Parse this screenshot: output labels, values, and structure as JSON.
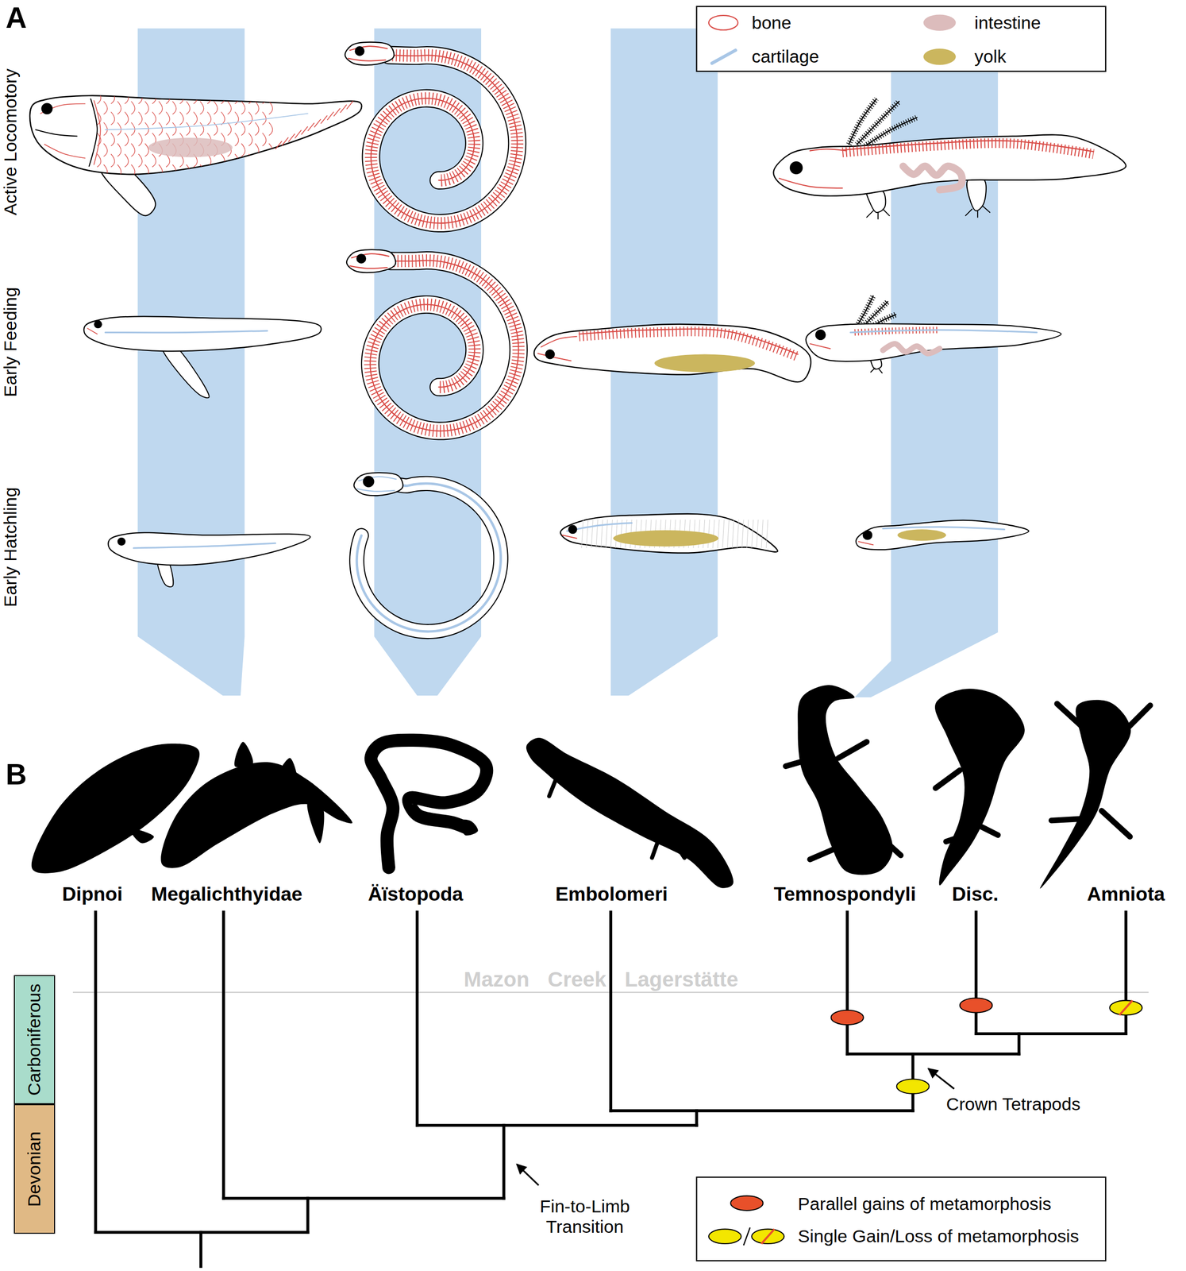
{
  "diagram": {
    "nodes": [
      {
        "text": [
          "Carboniferous"
        ]
      },
      {
        "text": [
          "Devonian"
        ]
      }
    ],
    "labels": [
      "A",
      "Active Locomotory",
      "Early Feeding",
      "Early Hatchling",
      "B",
      "Dipnoi",
      "Megalichthyidae",
      "Äïstopoda",
      "Embolomeri",
      "Temnospondyli",
      "Disc.",
      "Amniota",
      "Mazon Creek Lagerstätte",
      "Crown Tetrapods",
      "Fin-to-Limb Transition"
    ],
    "legend": [
      {
        "text": "bone"
      },
      {
        "text": "cartilage"
      },
      {
        "text": "intestine",
        "color": "#dcbcbc"
      },
      {
        "text": "yolk",
        "color": "#cbb65e"
      },
      {
        "text": "Parallel gains of metamorphosis",
        "color": "#e8502a"
      },
      {
        "text": "Single Gain/Loss of metamorphosis"
      }
    ]
  }
}
